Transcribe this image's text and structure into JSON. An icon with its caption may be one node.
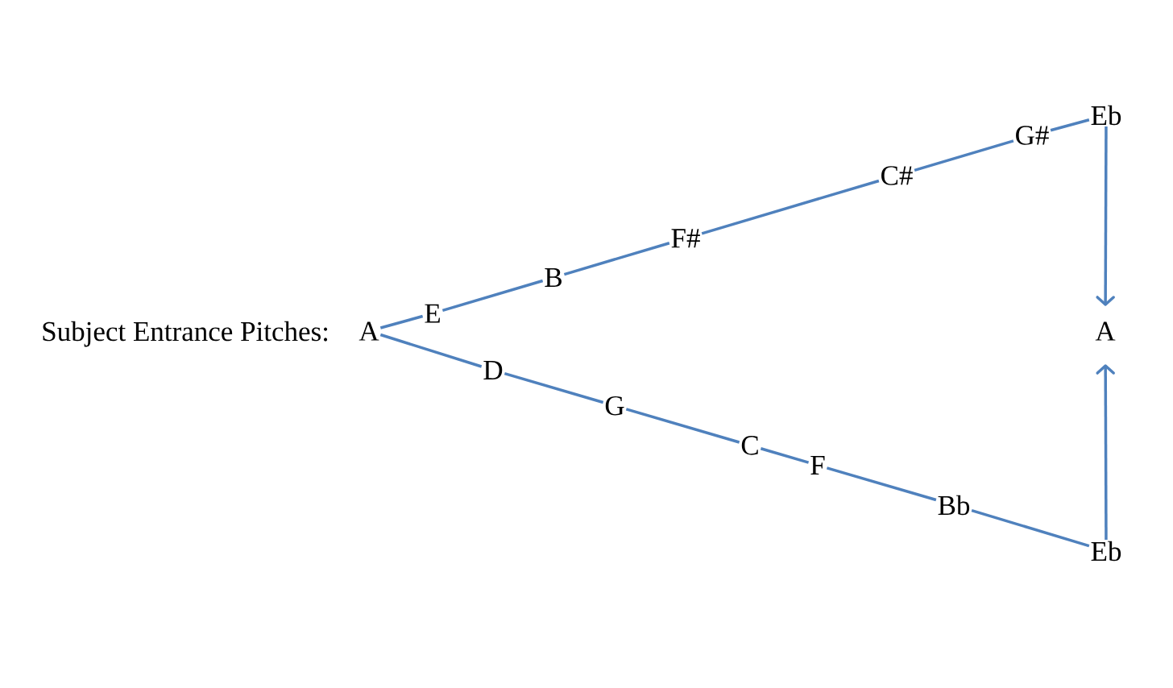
{
  "diagram": {
    "nodes": [
      {
        "text": [
          "A"
        ]
      },
      {
        "text": [
          "E"
        ]
      },
      {
        "text": [
          "B"
        ]
      },
      {
        "text": [
          "F#"
        ]
      },
      {
        "text": [
          "C#"
        ]
      },
      {
        "text": [
          "G#"
        ]
      },
      {
        "text": [
          "Eb"
        ]
      },
      {
        "text": [
          "D"
        ]
      },
      {
        "text": [
          "G"
        ]
      },
      {
        "text": [
          "C"
        ]
      },
      {
        "text": [
          "F"
        ]
      },
      {
        "text": [
          "Bb"
        ]
      },
      {
        "text": [
          "Eb"
        ]
      },
      {
        "text": [
          "A"
        ]
      }
    ],
    "edges": [
      {
        "from": 0,
        "to": 1,
        "arrow": "none"
      },
      {
        "from": 1,
        "to": 2,
        "arrow": "none"
      },
      {
        "from": 2,
        "to": 3,
        "arrow": "none"
      },
      {
        "from": 3,
        "to": 4,
        "arrow": "none"
      },
      {
        "from": 4,
        "to": 5,
        "arrow": "none"
      },
      {
        "from": 5,
        "to": 6,
        "arrow": "none"
      },
      {
        "from": 6,
        "to": 13,
        "arrow": "to"
      },
      {
        "from": 0,
        "to": 7,
        "arrow": "none"
      },
      {
        "from": 7,
        "to": 8,
        "arrow": "none"
      },
      {
        "from": 8,
        "to": 9,
        "arrow": "none"
      },
      {
        "from": 9,
        "to": 10,
        "arrow": "none"
      },
      {
        "from": 10,
        "to": 11,
        "arrow": "none"
      },
      {
        "from": 11,
        "to": 12,
        "arrow": "none"
      },
      {
        "from": 12,
        "to": 13,
        "arrow": "to"
      }
    ],
    "labels": [
      "Subject Entrance Pitches:"
    ]
  }
}
